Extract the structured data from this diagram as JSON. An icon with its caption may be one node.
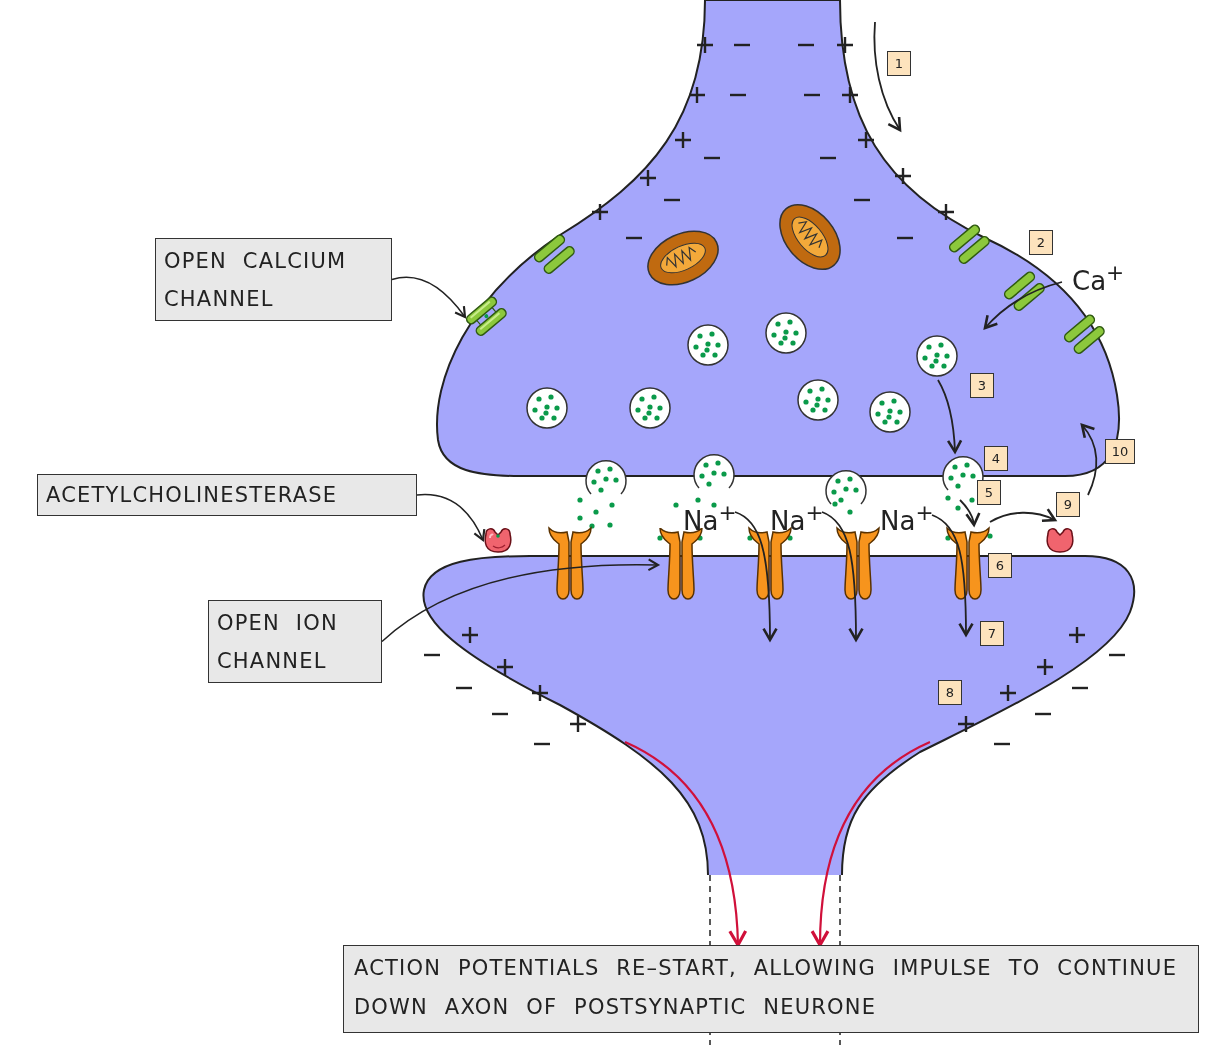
{
  "diagram": {
    "nodes": [
      {
        "text": [
          "OPEN CALCIUM CHANNEL"
        ]
      },
      {
        "text": [],
        "shape": "picture"
      },
      {
        "text": [
          "ACETYLCHOLINESTERASE"
        ]
      },
      {
        "text": [],
        "shape": "picture"
      },
      {
        "text": [
          "OPEN ION CHANNEL"
        ]
      },
      {
        "text": [],
        "shape": "picture"
      },
      {
        "text": [
          "1"
        ]
      },
      {
        "text": [
          "2"
        ]
      },
      {
        "text": [
          "3"
        ]
      },
      {
        "text": [
          "4"
        ]
      },
      {
        "text": [
          "5"
        ]
      },
      {
        "text": [
          "6"
        ]
      },
      {
        "text": [
          "7"
        ]
      },
      {
        "text": [
          "8"
        ]
      },
      {
        "text": [
          "9"
        ]
      },
      {
        "text": [
          "10"
        ]
      },
      {
        "text": [
          "ACTION POTENTIALS RE–START, ALLOWING IMPULSE TO CONTINUE DOWN AXON OF POSTSYNAPTIC NEURONE"
        ]
      }
    ],
    "edges": [
      {
        "from": 0,
        "to": 1,
        "arrow": "to"
      },
      {
        "from": 2,
        "to": 3,
        "arrow": "to"
      },
      {
        "from": 4,
        "to": 5,
        "arrow": "to"
      },
      {
        "from": null,
        "to": 16,
        "arrow": "to",
        "color": "#d0103a"
      },
      {
        "from": null,
        "to": 16,
        "arrow": "to",
        "color": "#d0103a"
      }
    ],
    "labels": [
      "Ca$^{+}$",
      "Na$^{+}$",
      "Na$^{+}$",
      "Na$^{+}$"
    ]
  }
}
